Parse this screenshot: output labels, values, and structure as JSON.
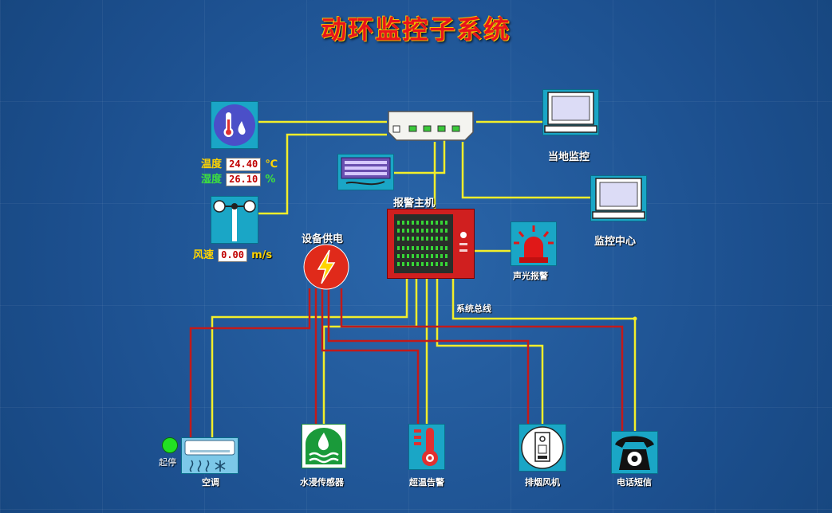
{
  "title": "动环监控子系统",
  "sensors": {
    "temp_label": "温度",
    "temp_value": "24.40",
    "temp_unit": "℃",
    "humidity_label": "湿度",
    "humidity_value": "26.10",
    "humidity_unit": "%",
    "wind_label": "风速",
    "wind_value": "0.00",
    "wind_unit": "m/s"
  },
  "labels": {
    "local_monitor": "当地监控",
    "monitor_center": "监控中心",
    "alarm_host": "报警主机",
    "power_supply": "设备供电",
    "sound_light_alarm": "声光报警",
    "system_bus": "系统总线",
    "air_conditioner": "空调",
    "start_stop": "起停",
    "water_sensor": "水浸传感器",
    "over_temp_alarm": "超温告警",
    "exhaust_fan": "排烟风机",
    "phone_sms": "电话短信"
  },
  "colors": {
    "background": "#1f5796",
    "signal_wire": "#f2ee2a",
    "power_wire": "#c21a1a",
    "title_text": "#e8141c",
    "alarm_host": "#d01f1f",
    "status_on": "#22e022"
  },
  "icons": {
    "thermo_hygrometer": "thermometer-droplet-icon",
    "anemometer": "anemometer-icon",
    "network_switch": "network-switch-icon",
    "keypad": "keypad-icon",
    "local_computer": "computer-monitor-icon",
    "center_computer": "computer-monitor-icon",
    "power": "lightning-icon",
    "siren": "alarm-siren-icon",
    "air_conditioner": "air-conditioner-icon",
    "water": "water-drop-icon",
    "over_temp": "thermometer-alert-icon",
    "fan": "exhaust-fan-icon",
    "phone": "telephone-icon"
  }
}
